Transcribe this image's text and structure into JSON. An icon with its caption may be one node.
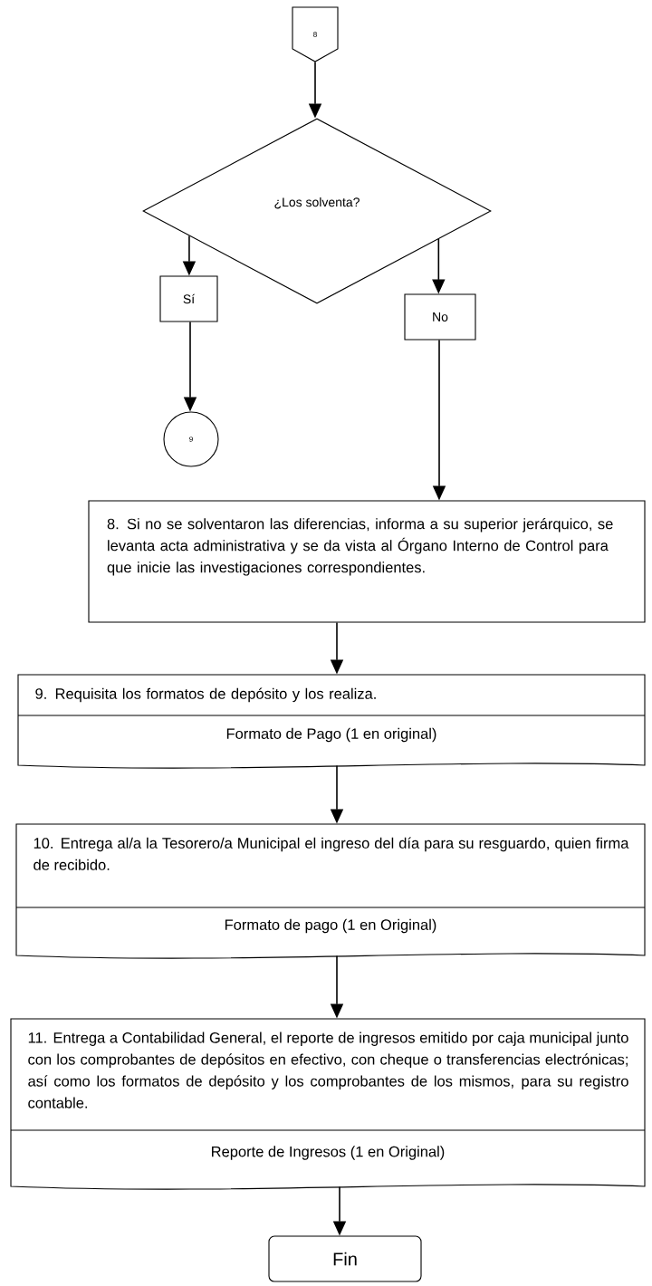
{
  "diagram": {
    "nodes": [
      {
        "text": [
          "8"
        ]
      },
      {
        "text": [
          "¿Los solventa?"
        ]
      },
      {
        "text": [
          "Sí"
        ]
      },
      {
        "text": [
          "No"
        ]
      },
      {
        "text": [
          "9"
        ]
      },
      {
        "text": [
          "8. Si no se solventaron las diferencias, informa a su superior jerárquico, se levanta acta administrativa y se da vista al Órgano Interno de Control para que inicie las investigaciones correspondientes."
        ]
      },
      {
        "text": [
          "9. Requisita los formatos de depósito y los realiza.",
          "Formato de Pago (1 en original)"
        ]
      },
      {
        "text": [
          "10. Entrega al/a la Tesorero/a Municipal el ingreso del día para su resguardo, quien firma de recibido.",
          "Formato de pago (1 en Original)"
        ]
      },
      {
        "text": [
          "11. Entrega a Contabilidad General, el reporte de ingresos emitido por caja municipal junto con los comprobantes de depósitos en efectivo, con cheque o transferencias electrónicas; así como los formatos de depósito y los comprobantes de los mismos, para su registro contable.",
          "Reporte de Ingresos (1 en Original)"
        ]
      },
      {
        "text": [
          "Fin"
        ]
      }
    ],
    "edges": [
      {
        "from": 0,
        "to": 1,
        "arrow": "to"
      },
      {
        "from": 1,
        "to": 2,
        "arrow": "to"
      },
      {
        "from": 1,
        "to": 3,
        "arrow": "to"
      },
      {
        "from": 2,
        "to": 4,
        "arrow": "to"
      },
      {
        "from": 3,
        "to": 5,
        "arrow": "to"
      },
      {
        "from": 5,
        "to": 6,
        "arrow": "to"
      },
      {
        "from": 6,
        "to": 7,
        "arrow": "to"
      },
      {
        "from": 7,
        "to": 8,
        "arrow": "to"
      },
      {
        "from": 8,
        "to": 9,
        "arrow": "to"
      }
    ]
  }
}
